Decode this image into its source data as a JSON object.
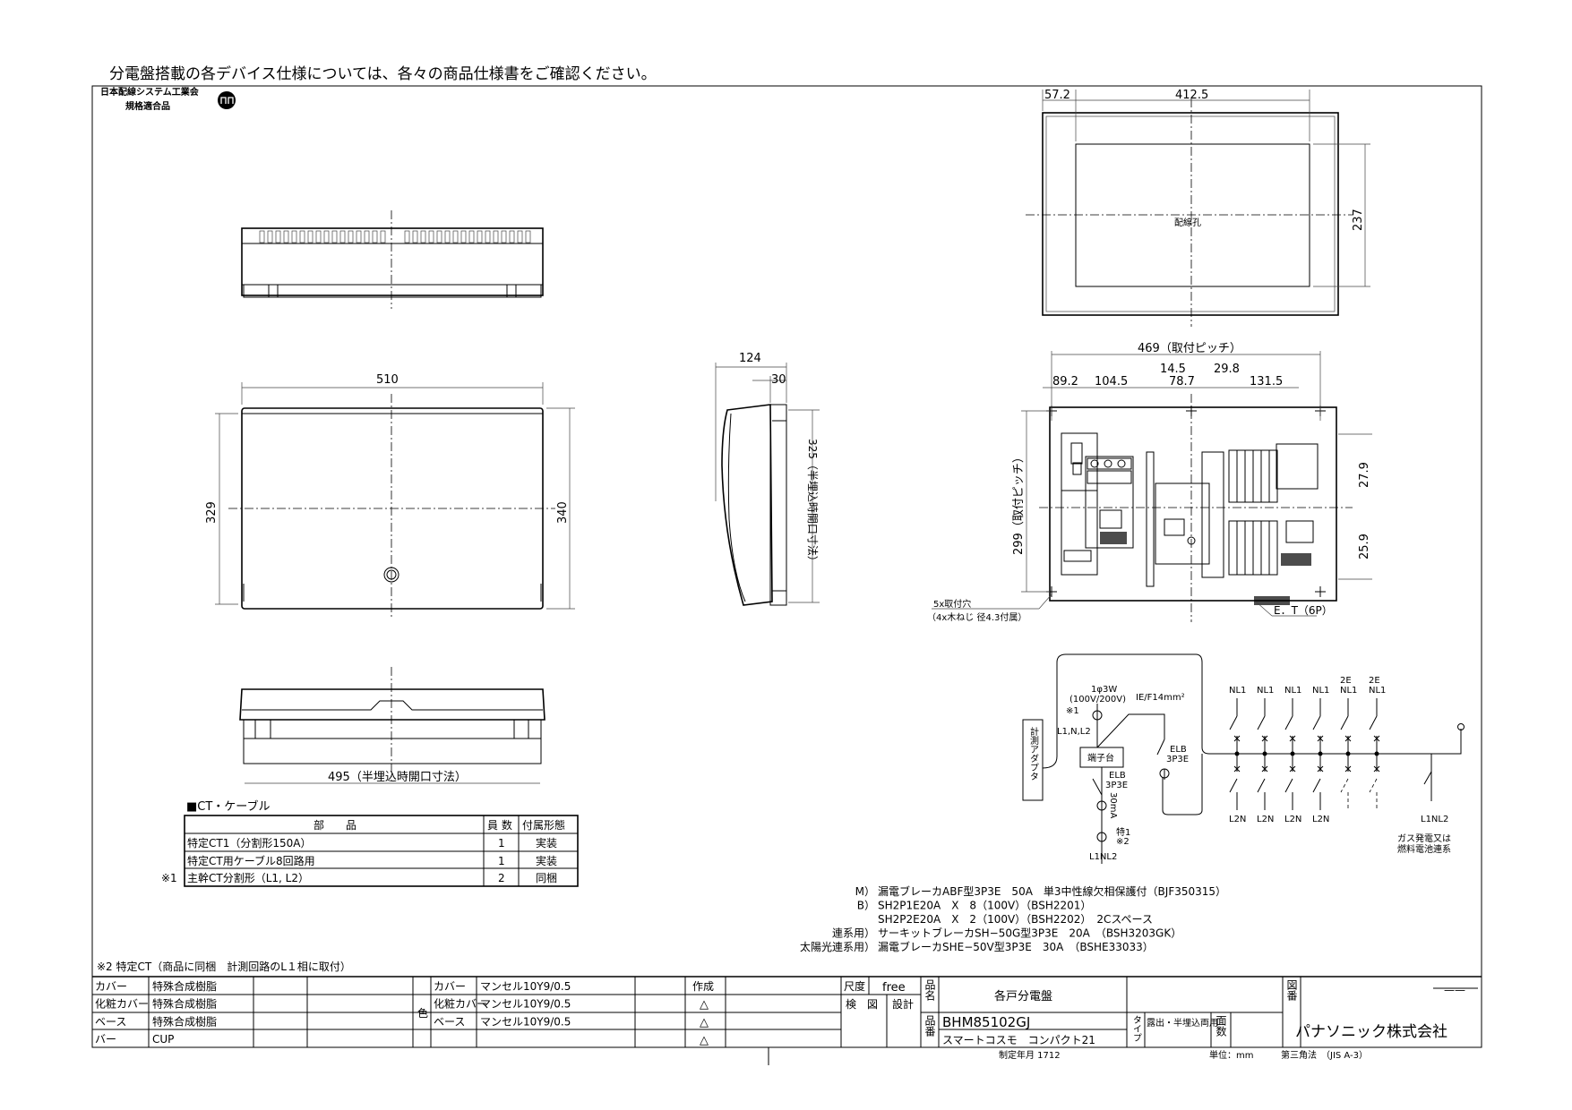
{
  "header_note": "分電盤搭載の各デバイス仕様については、各々の商品仕様書をご確認ください。",
  "logo": {
    "line1": "日本配線システム工業会",
    "line2": "規格適合品",
    "mark": "JW"
  },
  "dimensions": {
    "front": {
      "width": "510",
      "height_left": "329",
      "height_right": "340"
    },
    "side": {
      "depth": "124",
      "lip": "30",
      "opening": "325（半埋込時開口寸法）"
    },
    "bottom": {
      "opening": "495（半埋込時開口寸法）"
    },
    "back": {
      "left": "57.2",
      "width": "412.5",
      "height": "237",
      "hole_label": "配線孔"
    },
    "interior": {
      "pitch": "469（取付ピッチ）",
      "d1": "89.2",
      "d2": "104.5",
      "d3": "14.5",
      "d4": "78.7",
      "d5": "29.8",
      "d6": "131.5",
      "vpitch": "299（取付ピッチ）",
      "r1": "27.9",
      "r2": "25.9",
      "mount_holes": "5x取付穴",
      "mount_note": "（4x木ねじ 径4.3付属）",
      "earth_terminal": "E．T（6P）"
    }
  },
  "schematic": {
    "adapter": "計測アダプタ",
    "supply": "1φ3W",
    "voltage": "(100V/200V)",
    "wire": "IE/F14mm²",
    "note1": "※1",
    "phases": "L1,N,L2",
    "terminal_block": "端子台",
    "elb_main": "ELB",
    "elb_main_type": "3P3E",
    "elb_pv": "ELB",
    "elb_pv_type": "3P3E",
    "sensitivity": "30mA",
    "note_special": "特1",
    "note2": "※2",
    "pv_out": "L1NL2",
    "branches_top": [
      "NL1",
      "NL1",
      "NL1",
      "NL1",
      "2E NL1",
      "2E NL1"
    ],
    "branches_bottom": [
      "L2N",
      "L2N",
      "L2N",
      "L2N"
    ],
    "gas_out": "L1NL2",
    "gas_note1": "ガス発電又は",
    "gas_note2": "燃料電池連系"
  },
  "ct_table": {
    "title": "■CT・ケーブル",
    "headers": [
      "部　　品",
      "員 数",
      "付属形態"
    ],
    "rows": [
      {
        "mark": "",
        "part": "特定CT1（分割形150A）",
        "qty": "1",
        "form": "実装"
      },
      {
        "mark": "",
        "part": "特定CT用ケーブル8回路用",
        "qty": "1",
        "form": "実装"
      },
      {
        "mark": "※1",
        "part": "主幹CT分割形（L1, L2）",
        "qty": "2",
        "form": "同梱"
      }
    ]
  },
  "specs": [
    {
      "label": "M）",
      "text": "漏電ブレーカABF型3P3E　50A　単3中性線欠相保護付（BJF350315）"
    },
    {
      "label": "B）",
      "text": "SH2P1E20A　X　8（100V）（BSH2201）"
    },
    {
      "label": "",
      "text": "SH2P2E20A　X　2（100V）（BSH2202）　2Cスペース"
    },
    {
      "label": "連系用）",
      "text": "サーキットブレーカSH−50G型3P3E　20A　（BSH3203GK）"
    },
    {
      "label": "太陽光連系用）",
      "text": "漏電ブレーカSHE−50V型3P3E　30A　（BSHE33033）"
    }
  ],
  "note2": "※2 特定CT（商品に同梱　計測回路のL１相に取付）",
  "title_block": {
    "materials": [
      {
        "part": "カバー",
        "material": "特殊合成樹脂"
      },
      {
        "part": "化粧カバー",
        "material": "特殊合成樹脂"
      },
      {
        "part": "ベース",
        "material": "特殊合成樹脂"
      },
      {
        "part": "バー",
        "material": "CUP"
      }
    ],
    "color_label": "色",
    "colors": [
      {
        "part": "カバー",
        "value": "マンセル10Y9/0.5"
      },
      {
        "part": "化粧カバー",
        "value": "マンセル10Y9/0.5"
      },
      {
        "part": "ベース",
        "value": "マンセル10Y9/0.5"
      }
    ],
    "created_label": "作成",
    "revisions": [
      "△",
      "△",
      "△"
    ],
    "scale_label": "尺度",
    "scale_value": "free",
    "check_label": "検　図",
    "design_label": "設計",
    "name_label": "品名",
    "product_name": "各戸分電盤",
    "drawing_no_label": "図番",
    "drawing_no": "——",
    "part_no_label": "品番",
    "part_no": "BHM85102GJ",
    "series": "スマートコスモ　コンパクト21",
    "type_label": "タイプ",
    "type_value": "露出・半埋込両用",
    "faces_label": "面数",
    "company": "パナソニック株式会社",
    "established": "制定年月 1712",
    "unit": "単位：mm",
    "projection": "第三角法　（JIS A-3）"
  }
}
